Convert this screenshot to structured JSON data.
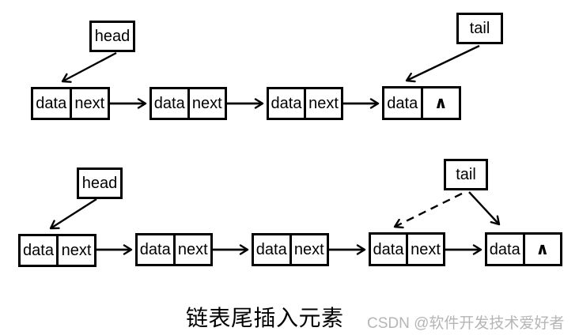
{
  "caption": "链表尾插入元素",
  "watermark": "CSDN @软件开发技术爱好者",
  "colors": {
    "background": "#ffffff",
    "line": "#000000",
    "watermark_text": "#b5b5b5"
  },
  "diagrams": [
    {
      "name": "linked-list-before-insert",
      "head_label": "head",
      "tail_label": "tail",
      "nodes": [
        {
          "cells": [
            "data",
            "next"
          ]
        },
        {
          "cells": [
            "data",
            "next"
          ]
        },
        {
          "cells": [
            "data",
            "next"
          ]
        },
        {
          "cells": [
            "data",
            "∧"
          ]
        }
      ]
    },
    {
      "name": "linked-list-after-insert",
      "head_label": "head",
      "tail_label": "tail",
      "nodes": [
        {
          "cells": [
            "data",
            "next"
          ]
        },
        {
          "cells": [
            "data",
            "next"
          ]
        },
        {
          "cells": [
            "data",
            "next"
          ]
        },
        {
          "cells": [
            "data",
            "next"
          ]
        },
        {
          "cells": [
            "data",
            "∧"
          ]
        }
      ]
    }
  ]
}
